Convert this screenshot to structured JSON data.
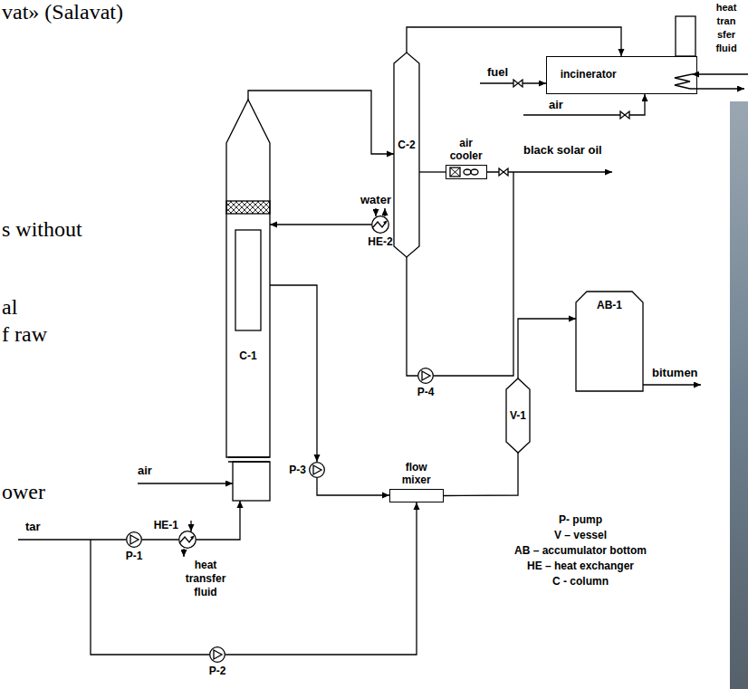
{
  "diagram": {
    "nodes": [
      {
        "text": [
          "incinerator"
        ]
      },
      {
        "text": [
          "C-2"
        ]
      },
      {
        "text": [
          "air cooler"
        ]
      },
      {
        "text": [
          "HE-2"
        ]
      },
      {
        "text": [
          "C-1"
        ]
      },
      {
        "text": [
          "P-4"
        ]
      },
      {
        "text": [
          "V-1"
        ]
      },
      {
        "text": [
          "AB-1"
        ]
      },
      {
        "text": [
          "P-3"
        ]
      },
      {
        "text": [
          "flow mixer"
        ]
      },
      {
        "text": [
          "HE-1"
        ]
      },
      {
        "text": [
          "P-1"
        ]
      },
      {
        "text": [
          "P-2"
        ]
      }
    ],
    "edges": [
      {
        "from": 4,
        "to": 1,
        "arrow": "to"
      },
      {
        "from": 1,
        "to": 0,
        "arrow": "to"
      },
      {
        "from": 1,
        "to": 2,
        "arrow": "none"
      },
      {
        "from": 1,
        "to": 5,
        "arrow": "none"
      },
      {
        "from": 3,
        "to": 4,
        "arrow": "to"
      },
      {
        "from": 4,
        "to": 8,
        "arrow": "to"
      },
      {
        "from": 8,
        "to": 9,
        "arrow": "to"
      },
      {
        "from": 11,
        "to": 10,
        "arrow": "none"
      },
      {
        "from": 10,
        "to": 4,
        "arrow": "to"
      },
      {
        "from": 12,
        "to": 9,
        "arrow": "to"
      },
      {
        "from": 9,
        "to": 6,
        "arrow": "none"
      },
      {
        "from": 6,
        "to": 7,
        "arrow": "to"
      }
    ],
    "labels": [
      "vat» (Salavat)",
      "s without",
      "al",
      "f raw",
      "ower",
      "heat tran sfer fluid",
      "fuel",
      "air",
      "black solar oil",
      "water",
      "air",
      "tar",
      "heat transfer fluid",
      "bitumen",
      "P- pump",
      "V – vessel",
      "AB – accumulator bottom",
      "HE – heat exchanger",
      "C - column"
    ]
  }
}
